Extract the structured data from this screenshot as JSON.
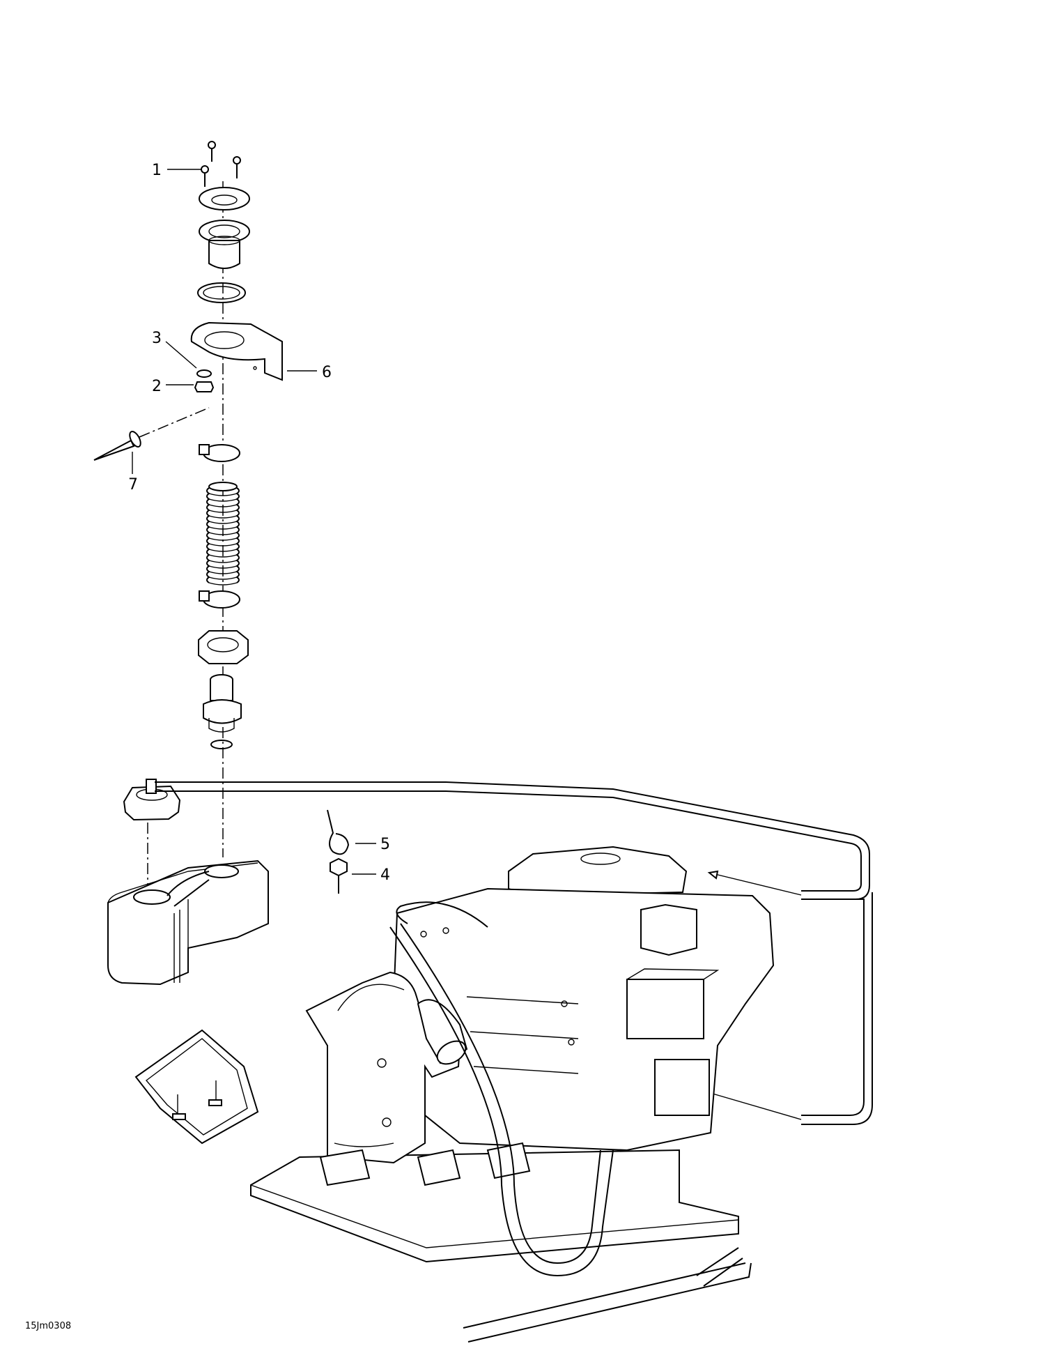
{
  "callouts": {
    "c1": "1",
    "c2": "2",
    "c3": "3",
    "c4": "4",
    "c5": "5",
    "c6": "6",
    "c7": "7"
  },
  "drawing_code": "15Jm0308"
}
